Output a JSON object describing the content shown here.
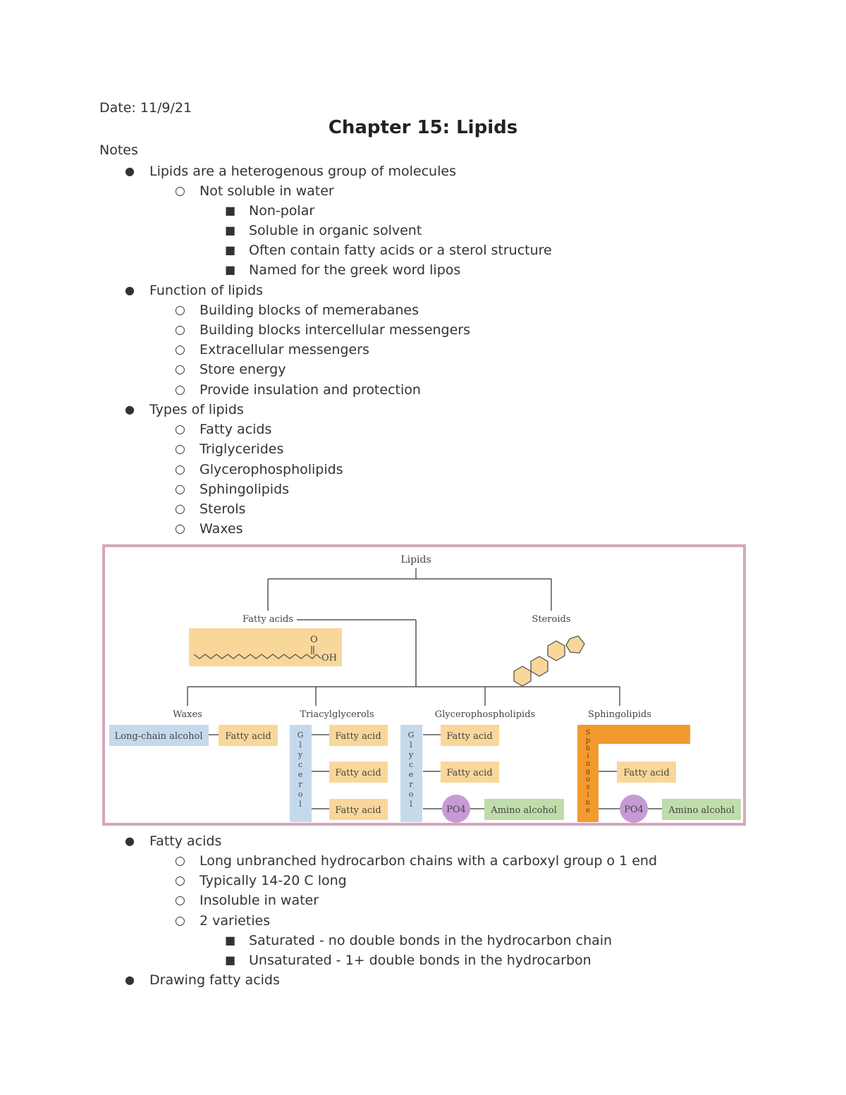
{
  "header": {
    "date": "Date: 11/9/21",
    "title": "Chapter 15: Lipids",
    "notes_label": "Notes"
  },
  "section1": {
    "bullet": "Lipids are a heterogenous group of molecules",
    "sub": "Not soluble in water",
    "subsub": [
      "Non-polar",
      "Soluble in organic solvent",
      "Often contain fatty acids or a sterol structure",
      "Named for the greek word lipos"
    ]
  },
  "section2": {
    "bullet": "Function of lipids",
    "sub": [
      "Building blocks of memerabanes",
      "Building blocks intercellular messengers",
      "Extracellular messengers",
      "Store energy",
      "Provide insulation and protection"
    ]
  },
  "section3": {
    "bullet": "Types of lipids",
    "sub": [
      "Fatty acids",
      "Triglycerides",
      "Glycerophospholipids",
      "Sphingolipids",
      "Sterols",
      "Waxes"
    ]
  },
  "diagram": {
    "root": "Lipids",
    "fatty_acids": "Fatty acids",
    "steroids": "Steroids",
    "fa_o": "O",
    "fa_oh": "OH",
    "waxes": "Waxes",
    "triacylglycerols": "Triacylglycerols",
    "glycerophospholipids": "Glycerophospholipids",
    "sphingolipids": "Sphingolipids",
    "long_chain_alcohol": "Long-chain alcohol",
    "fatty_acid": "Fatty acid",
    "glycerol": "Glycerol",
    "sphingosine": "Sphingosine",
    "po4": "PO4",
    "amino_alcohol": "Amino alcohol",
    "colors": {
      "fatty_acid_fill": "#f9d79a",
      "glycerol_fill": "#c5d9ec",
      "sphingosine_fill": "#f39a2f",
      "po4_fill": "#c79ad6",
      "amino_fill": "#bfdcab",
      "frame": "#d4a7bd"
    }
  },
  "section4": {
    "bullet": "Fatty acids",
    "sub": [
      "Long unbranched hydrocarbon chains with a carboxyl group o 1 end",
      "Typically 14-20 C long",
      "Insoluble in water",
      "2 varieties"
    ],
    "subsub": [
      "Saturated - no double bonds in the hydrocarbon chain",
      "Unsaturated - 1+ double bonds in the hydrocarbon"
    ]
  },
  "section5": {
    "bullet": "Drawing fatty acids"
  },
  "bullets": {
    "l1": "●",
    "l2": "○",
    "l3": "■"
  }
}
